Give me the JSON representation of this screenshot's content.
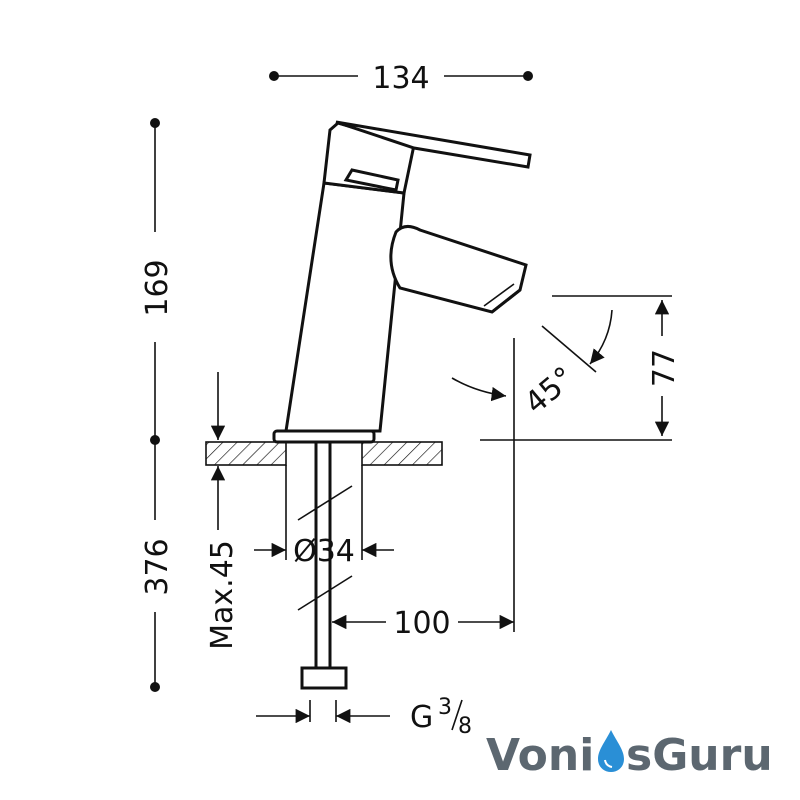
{
  "dimensions": {
    "width_top": "134",
    "height_upper": "169",
    "height_total": "376",
    "max_thickness": "Max.45",
    "pipe_diameter": "Ø34",
    "reach": "100",
    "spout_height": "77",
    "angle": "45°",
    "thread_prefix": "G",
    "thread_num": "3",
    "thread_den": "8"
  },
  "logo": {
    "text_left": "Voni",
    "text_right": "sGuru",
    "drop_color": "#2a8fd6",
    "text_color": "#5c6770"
  },
  "colors": {
    "line": "#111111",
    "background": "#ffffff"
  }
}
